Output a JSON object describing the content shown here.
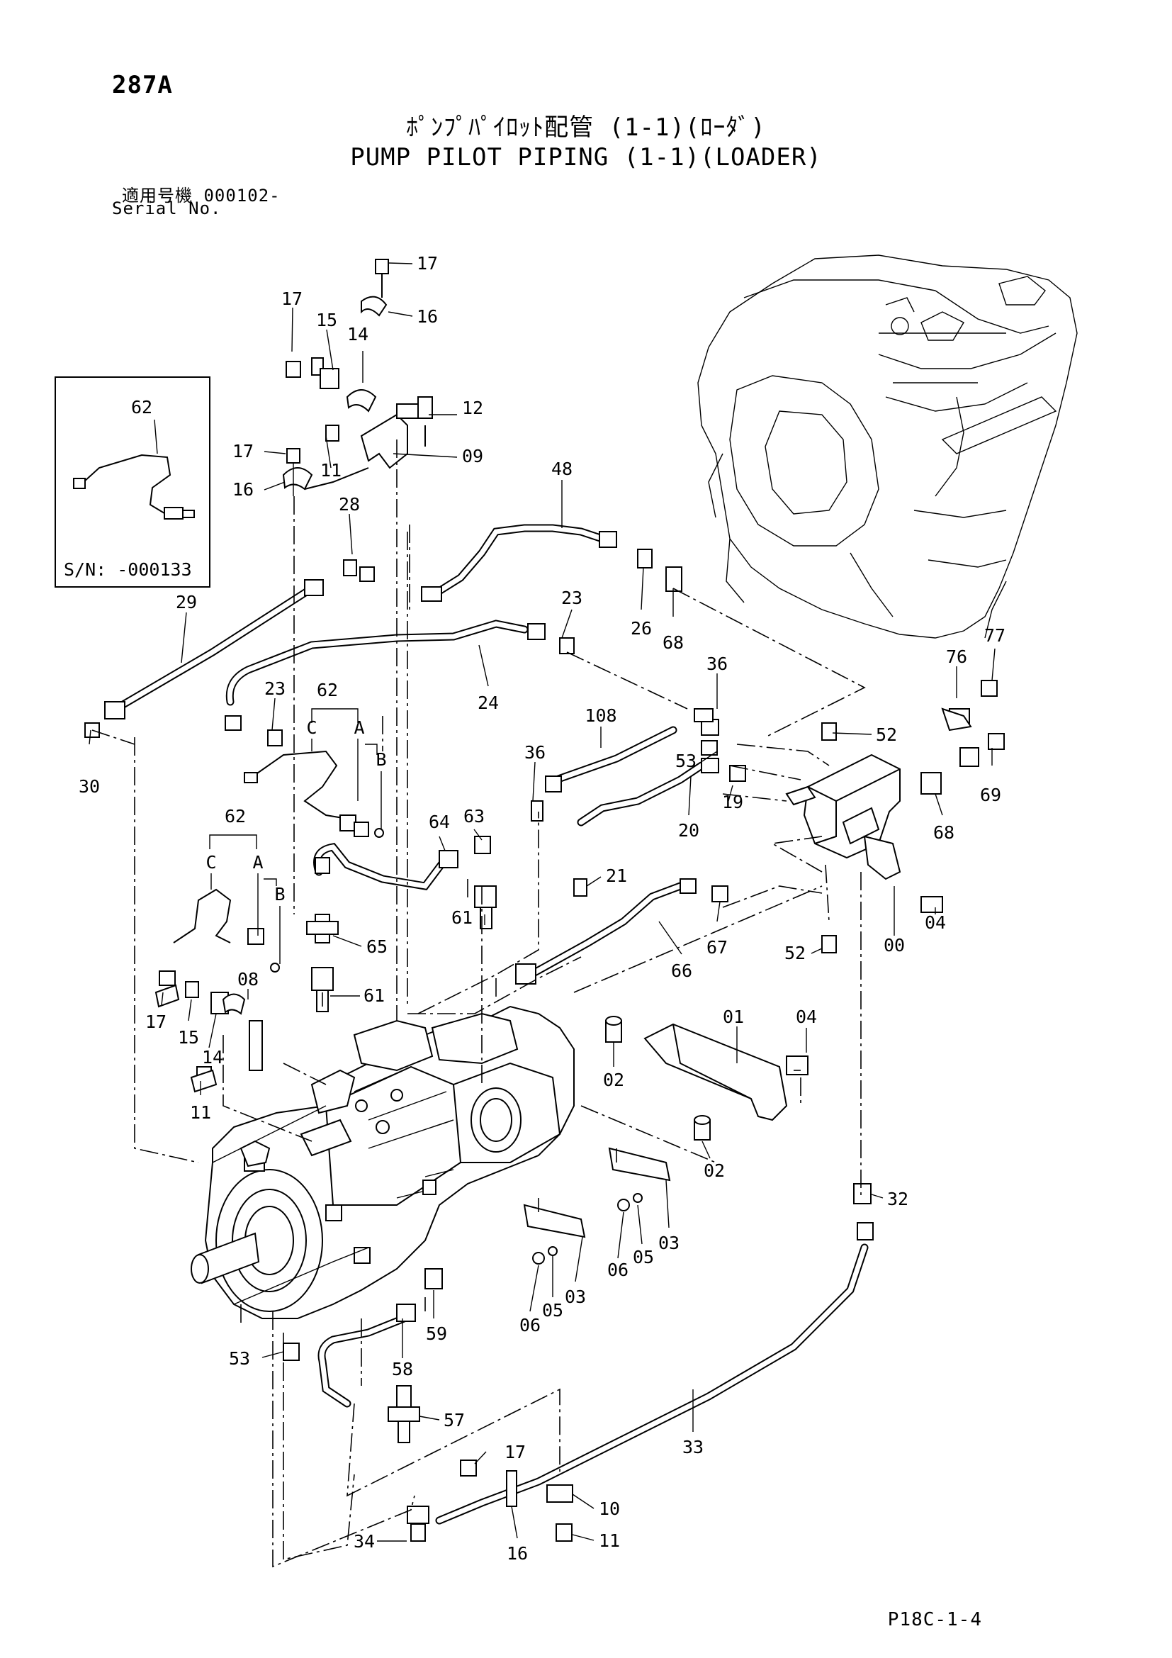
{
  "header": {
    "page_no": "287A",
    "title_jp": "ﾎﾟﾝﾌﾟﾊﾟｲﾛｯﾄ配管 (1-1)(ﾛｰﾀﾞ)",
    "title_en": "PUMP PILOT PIPING (1-1)(LOADER)",
    "serial_label_jp": "適用号機 000102-",
    "serial_label_en": "Serial No."
  },
  "inset": {
    "callout": "62",
    "serial_note": "S/N: -000133"
  },
  "groups": {
    "upper": {
      "bracket_label": "62",
      "left": "C",
      "right": "A",
      "sub": "B"
    },
    "lower": {
      "bracket_label": "62",
      "left": "C",
      "right": "A",
      "sub": "B"
    }
  },
  "callouts": {
    "c17a": "17",
    "c16a": "16",
    "c17b": "17",
    "c15a": "15",
    "c14a": "14",
    "c12": "12",
    "c17c": "17",
    "c09": "09",
    "c11a": "11",
    "c16b": "16",
    "c28": "28",
    "c48": "48",
    "c29": "29",
    "c23a": "23",
    "c26": "26",
    "c68a": "68",
    "c24": "24",
    "c23b": "23",
    "c30": "30",
    "c36a": "36",
    "c108": "108",
    "c76": "76",
    "c77": "77",
    "c52a": "52",
    "c36b": "36",
    "c53a": "53",
    "c19": "19",
    "c20": "20",
    "c68b": "68",
    "c69": "69",
    "c63": "63",
    "c64": "64",
    "c21": "21",
    "c61a": "61",
    "c65": "65",
    "c04a": "04",
    "c67": "67",
    "c66": "66",
    "c52b": "52",
    "c00": "00",
    "c08": "08",
    "c61b": "61",
    "c17d": "17",
    "c15b": "15",
    "c14b": "14",
    "c11b": "11",
    "c01": "01",
    "c04b": "04",
    "c02a": "02",
    "c02b": "02",
    "c32": "32",
    "c03a": "03",
    "c05a": "05",
    "c06a": "06",
    "c03b": "03",
    "c05b": "05",
    "c06b": "06",
    "c53b": "53",
    "c58": "58",
    "c59": "59",
    "c57": "57",
    "c33": "33",
    "c17e": "17",
    "c10": "10",
    "c34": "34",
    "c16c": "16",
    "c11c": "11"
  },
  "footer": {
    "code": "P18C-1-4"
  }
}
